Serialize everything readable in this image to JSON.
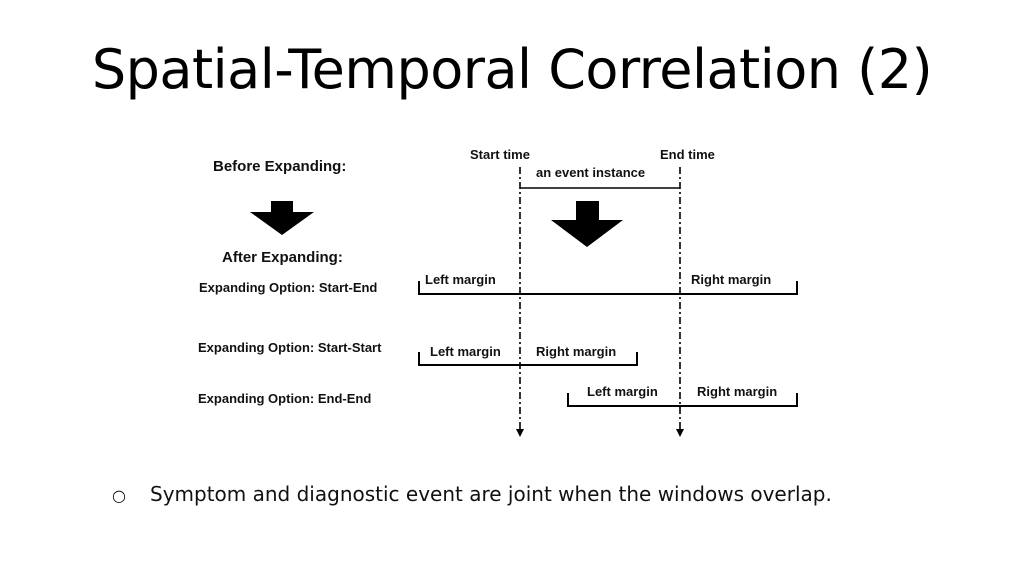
{
  "slide": {
    "title": "Spatial-Temporal Correlation (2)"
  },
  "figure": {
    "before_label": "Before Expanding:",
    "after_label": "After Expanding:",
    "start_time": "Start time",
    "end_time": "End time",
    "event_instance": "an event instance",
    "options": [
      {
        "label": "Expanding Option: Start-End",
        "left": "Left margin",
        "right": "Right margin"
      },
      {
        "label": "Expanding Option: Start-Start",
        "left": "Left margin",
        "right": "Right margin"
      },
      {
        "label": "Expanding Option: End-End",
        "left": "Left margin",
        "right": "Right margin"
      }
    ]
  },
  "bullets": [
    {
      "marker": "○",
      "text": "Symptom and diagnostic event are joint when the windows overlap."
    }
  ]
}
